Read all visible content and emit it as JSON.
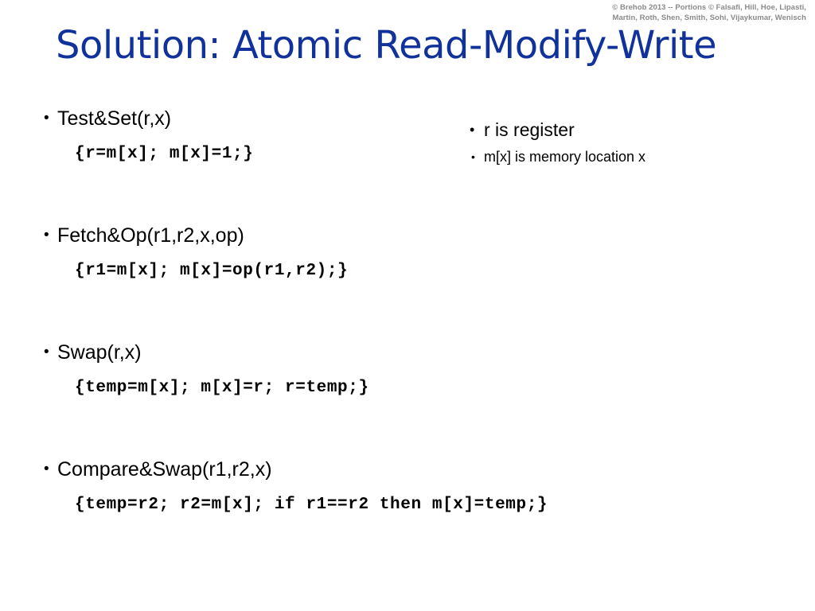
{
  "slide": {
    "title": "Solution: Atomic Read-Modify-Write",
    "title_color": "#12329B",
    "background_color": "#ffffff",
    "text_color": "#000000"
  },
  "copyright": {
    "line1": "© Brehob 2013 -- Portions © Falsafi, Hill, Hoe, Lipasti,",
    "line2": "Martin, Roth, Shen, Smith, Sohi, Vijaykumar, Wenisch",
    "color": "#8a8a8a"
  },
  "operations": [
    {
      "bullet": "•",
      "signature": "Test&Set(r,x)",
      "code": "{r=m[x]; m[x]=1;}"
    },
    {
      "bullet": "•",
      "signature": "Fetch&Op(r1,r2,x,op)",
      "code": "{r1=m[x]; m[x]=op(r1,r2);}"
    },
    {
      "bullet": "•",
      "signature": "Swap(r,x)",
      "code": "{temp=m[x]; m[x]=r; r=temp;}"
    },
    {
      "bullet": "•",
      "signature": "Compare&Swap(r1,r2,x)",
      "code": "{temp=r2; r2=m[x]; if r1==r2 then m[x]=temp;}"
    }
  ],
  "notes": {
    "main": {
      "bullet": "•",
      "text": "r is register"
    },
    "sub": {
      "bullet": "•",
      "text": "m[x] is memory location x"
    }
  }
}
